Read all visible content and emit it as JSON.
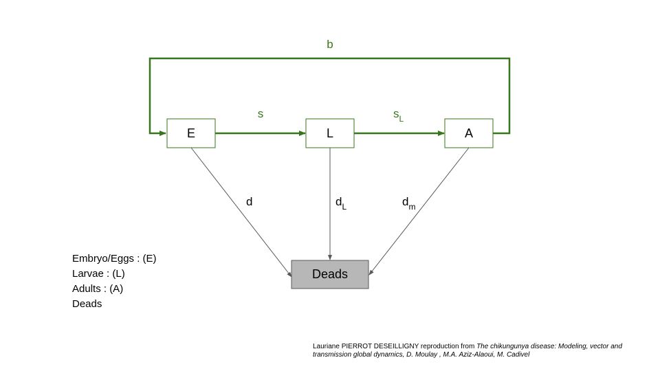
{
  "colors": {
    "flow": "#38761d",
    "death": "#595959",
    "box_border": "#38761d",
    "deads_fill": "#b7b7b7",
    "deads_border": "#595959"
  },
  "nodes": {
    "eggs": "E",
    "larvae": "L",
    "adults": "A",
    "deads": "Deads"
  },
  "edges": {
    "birth": "b",
    "eggs_to_larvae": "s",
    "larvae_to_adults": {
      "base": "s",
      "sub": "L"
    },
    "eggs_death": "d",
    "larvae_death": {
      "base": "d",
      "sub": "L"
    },
    "adults_death": {
      "base": "d",
      "sub": "m"
    }
  },
  "legend": [
    "Embryo/Eggs : (E)",
    "Larvae : (L)",
    "Adults : (A)",
    "Deads"
  ],
  "credit": {
    "prefix": "Lauriane PIERROT DESEILLIGNY reproduction from ",
    "title": "The chikungunya disease: Modeling, vector and transmission global dynamics, D. Moulay  , M.A. Aziz-Alaoui, M. Cadivel"
  }
}
